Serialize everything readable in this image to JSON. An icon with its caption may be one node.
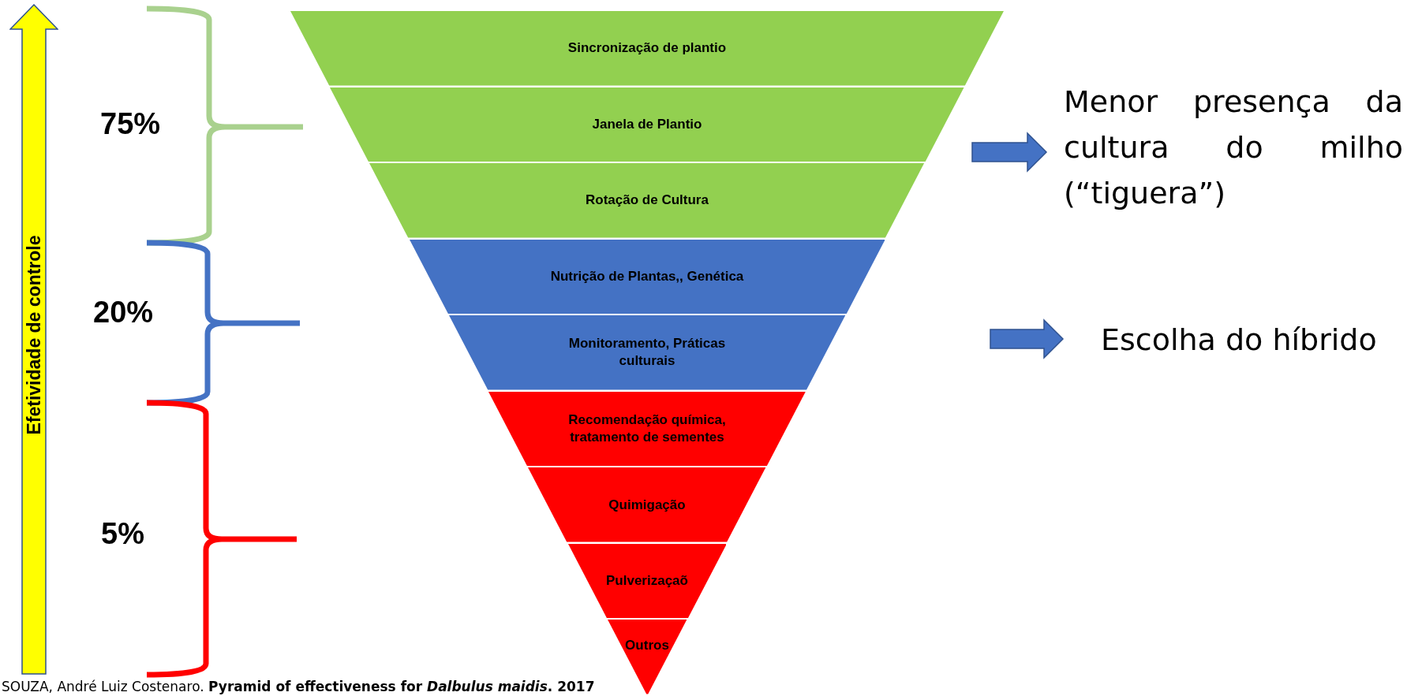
{
  "diagram": {
    "caption": "SOUZA, André Luiz Costenaro. **Pyramid of effectiveness for *Dalbulus maidis*. 2017**",
    "nodes": [
      {
        "text": [
          "Sincronização de plantio"
        ]
      },
      {
        "text": [
          "Janela de Plantio"
        ]
      },
      {
        "text": [
          "Rotação de Cultura"
        ]
      },
      {
        "text": [
          "Nutrição de Plantas,, Genética"
        ]
      },
      {
        "text": [
          "Monitoramento, Práticas culturais"
        ]
      },
      {
        "text": [
          "Recomendação química, tratamento de sementes"
        ]
      },
      {
        "text": [
          "Quimigação"
        ]
      },
      {
        "text": [
          "Pulverizaçaõ"
        ]
      },
      {
        "text": [
          "Outros"
        ]
      },
      {
        "text": [
          "Efetividade de controle"
        ]
      },
      {
        "text": [
          "Menor presença da cultura do milho (“tiguera”)"
        ]
      },
      {
        "text": [
          "Escolha do híbrido"
        ]
      }
    ],
    "edges": [
      {
        "from": null,
        "to": 10,
        "arrow": "to"
      },
      {
        "from": null,
        "to": 11,
        "arrow": "to"
      }
    ],
    "labels": [
      "75%",
      "20%",
      "5%"
    ]
  }
}
